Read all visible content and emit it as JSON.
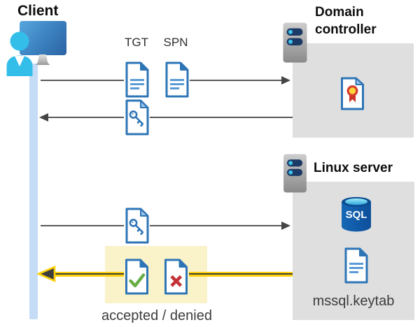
{
  "diagram": {
    "client": {
      "label": "Client"
    },
    "domain_controller": {
      "label_line1": "Domain",
      "label_line2": "controller"
    },
    "linux_server": {
      "label": "Linux server",
      "database_label": "SQL",
      "keytab_label": "mssql.keytab"
    },
    "tickets": {
      "tgt_label": "TGT",
      "spn_label": "SPN"
    },
    "result_label": "accepted / denied",
    "colors": {
      "document_blue": "#2e75b6",
      "document_line_blue": "#5b9bd5",
      "client_bar_blue": "#c5dcf7",
      "server_box_gray": "#dfdfdf",
      "flow_line_gray": "#585858",
      "highlight_yellow": "#faf2c9",
      "arrow_yellow": "#ffd10a",
      "sql_database_blue": "#115fac",
      "accepted_green": "#67ad45",
      "denied_red": "#c23237",
      "certificate_red": "#d63c2e",
      "certificate_yellow": "#ffd53c",
      "person_cyan": "#33bee9"
    },
    "icons": [
      "monitor-icon",
      "user-icon",
      "tgt-document-icon",
      "spn-document-icon",
      "key-document-icon",
      "server-icon",
      "certificate-document-icon",
      "sql-database-icon",
      "keytab-document-icon",
      "accepted-document-icon",
      "denied-document-icon",
      "yellow-arrow-icon"
    ]
  }
}
